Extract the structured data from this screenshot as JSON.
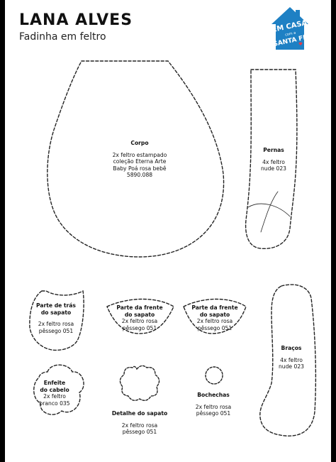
{
  "header": {
    "title": "LANA ALVES",
    "subtitle": "Fadinha em feltro"
  },
  "logo": {
    "line1": "EM CASA",
    "line2": "com a",
    "line3": "SANTA FÉ",
    "color": "#1e80c4"
  },
  "pieces": {
    "corpo": {
      "name": "Corpo",
      "detail": [
        "2x feltro estampado",
        "coleção Eterna Arte",
        "Baby Poá rosa bebê",
        "5890.088"
      ]
    },
    "pernas": {
      "name": "Pernas",
      "detail": [
        "4x feltro",
        "nude 023"
      ]
    },
    "sapato_tras": {
      "name": [
        "Parte de trás",
        "do sapato"
      ],
      "detail": [
        "2x feltro rosa",
        "pêssego 051"
      ]
    },
    "sapato_frente_1": {
      "name": [
        "Parte da frente",
        "do sapato"
      ],
      "detail": [
        "2x feltro rosa",
        "pêssego 051"
      ]
    },
    "sapato_frente_2": {
      "name": [
        "Parte da frente",
        "do sapato"
      ],
      "detail": [
        "2x feltro rosa",
        "pêssego 051"
      ]
    },
    "bracos": {
      "name": "Braços",
      "detail": [
        "4x feltro",
        "nude 023"
      ]
    },
    "enfeite_cabelo": {
      "name": [
        "Enfeite",
        "do cabelo"
      ],
      "detail": [
        "2x feltro",
        "branco 035"
      ]
    },
    "detalhe_sapato": {
      "name": "Detalhe do sapato",
      "detail": [
        "2x feltro rosa",
        "pêssego 051"
      ]
    },
    "bochechas": {
      "name": "Bochechas",
      "detail": [
        "2x feltro rosa",
        "pêssego 051"
      ]
    }
  }
}
